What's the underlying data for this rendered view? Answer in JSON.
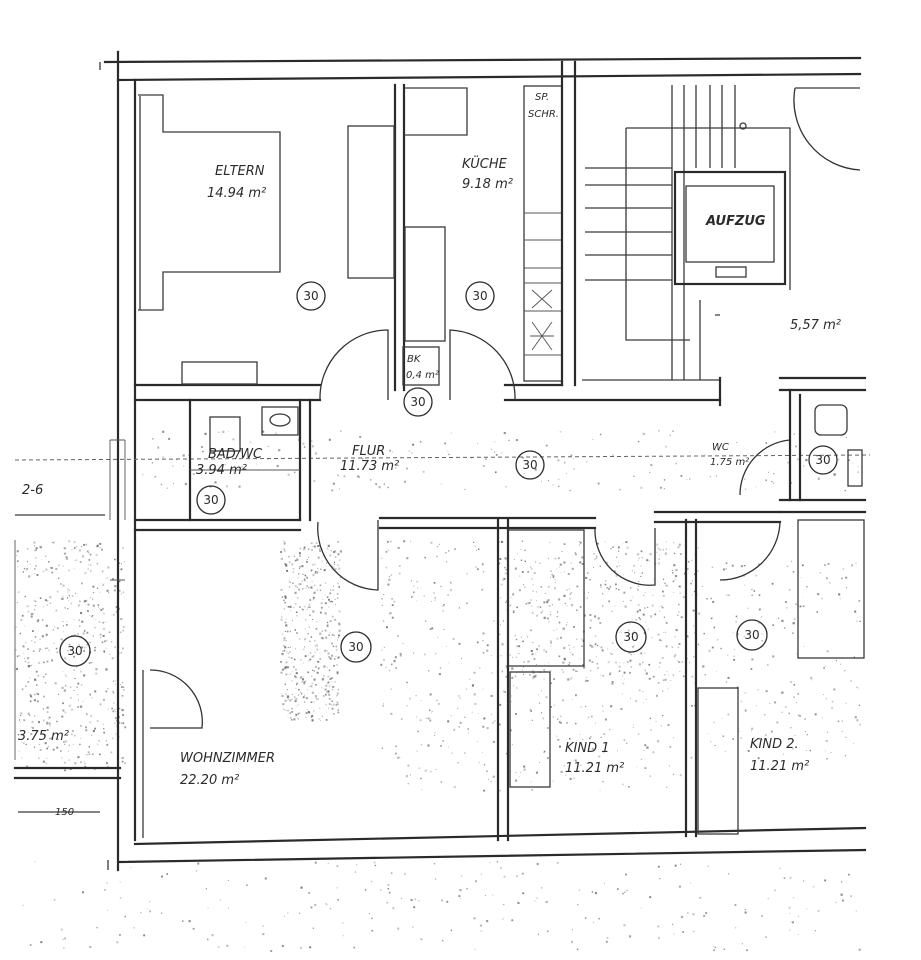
{
  "plan": {
    "rooms": [
      {
        "id": "eltern",
        "name": "ELTERN",
        "area": "14.94 m²"
      },
      {
        "id": "kueche",
        "name": "KÜCHE",
        "area": "9.18 m²"
      },
      {
        "id": "aufzug",
        "name": "AUFZUG"
      },
      {
        "id": "stair-landing",
        "area": "5,57 m²"
      },
      {
        "id": "bk",
        "name": "BK",
        "area": "0,4 m²"
      },
      {
        "id": "bad",
        "name": "BAD/WC",
        "area": "3.94 m²"
      },
      {
        "id": "flur",
        "name": "FLUR",
        "area": "11.73 m²"
      },
      {
        "id": "wc",
        "name": "WC",
        "area": "1.75 m²"
      },
      {
        "id": "wohnzimmer",
        "name": "WOHNZIMMER",
        "area": "22.20 m²"
      },
      {
        "id": "kind1",
        "name": "KIND 1",
        "area": "11.21 m²"
      },
      {
        "id": "kind2",
        "name": "KIND 2.",
        "area": "11.21 m²"
      },
      {
        "id": "left-room",
        "area": "3.75 m²"
      }
    ],
    "sp_schr_line1": "SP.",
    "sp_schr_line2": "SCHR.",
    "section_ref": "2-6",
    "dim_150": "150",
    "badge_label": "30",
    "line_color": "#2a2a2a",
    "paper_color": "#ffffff"
  }
}
